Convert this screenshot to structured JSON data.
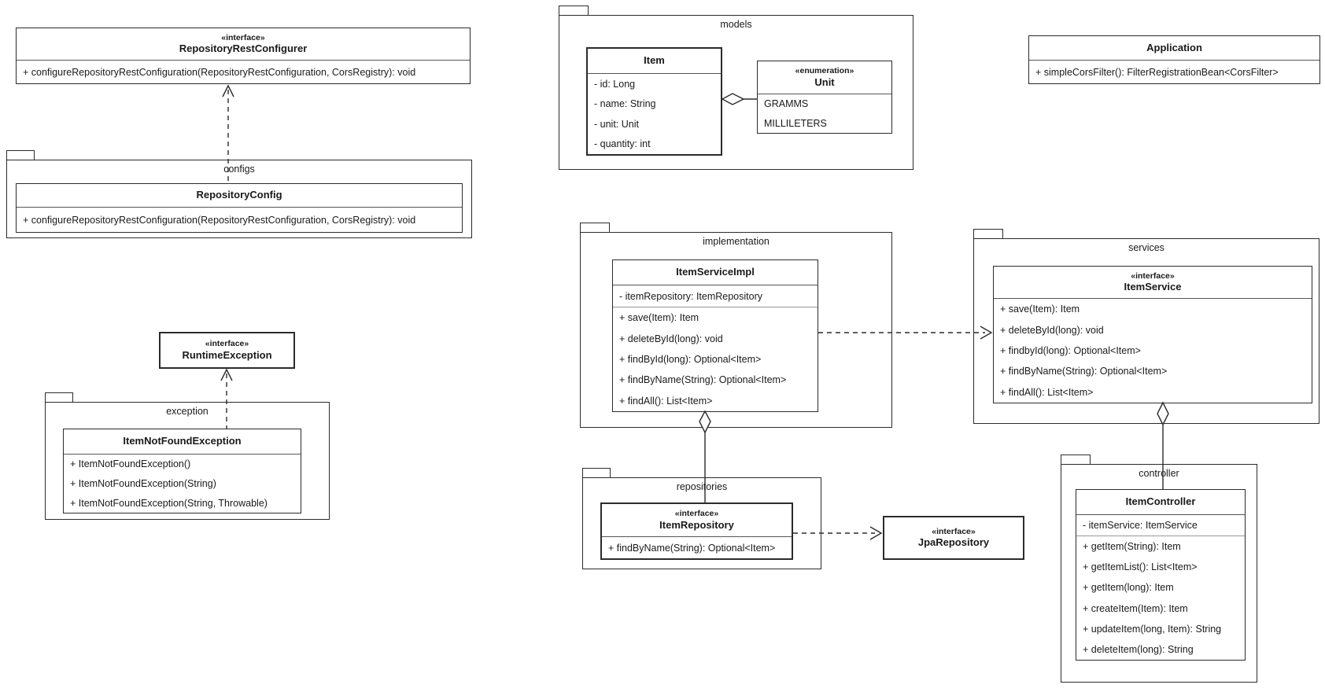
{
  "packages": {
    "configs": "configs",
    "exception": "exception",
    "models": "models",
    "implementation": "implementation",
    "services": "services",
    "repositories": "repositories",
    "controller": "controller"
  },
  "classes": {
    "repositoryRestConfigurer": {
      "stereotype": "«interface»",
      "name": "RepositoryRestConfigurer",
      "methods": [
        "+ configureRepositoryRestConfiguration(RepositoryRestConfiguration, CorsRegistry): void"
      ]
    },
    "repositoryConfig": {
      "name": "RepositoryConfig",
      "methods": [
        "+ configureRepositoryRestConfiguration(RepositoryRestConfiguration, CorsRegistry): void"
      ]
    },
    "runtimeException": {
      "stereotype": "«interface»",
      "name": "RuntimeException"
    },
    "itemNotFoundException": {
      "name": "ItemNotFoundException",
      "methods": [
        "+ ItemNotFoundException()",
        "+ ItemNotFoundException(String)",
        "+ ItemNotFoundException(String, Throwable)"
      ]
    },
    "item": {
      "name": "Item",
      "attributes": [
        "- id: Long",
        "- name: String",
        "- unit: Unit",
        "- quantity: int"
      ]
    },
    "unit": {
      "stereotype": "«enumeration»",
      "name": "Unit",
      "values": [
        "GRAMMS",
        "MILLILETERS"
      ]
    },
    "application": {
      "name": "Application",
      "methods": [
        "+ simpleCorsFilter(): FilterRegistrationBean<CorsFilter>"
      ]
    },
    "itemServiceImpl": {
      "name": "ItemServiceImpl",
      "attributes": [
        "- itemRepository: ItemRepository"
      ],
      "methods": [
        "+ save(Item): Item",
        "+ deleteById(long): void",
        "+ findById(long): Optional<Item>",
        "+ findByName(String): Optional<Item>",
        "+ findAll(): List<Item>"
      ]
    },
    "itemService": {
      "stereotype": "«interface»",
      "name": "ItemService",
      "methods": [
        "+ save(Item): Item",
        "+ deleteById(long): void",
        "+ findbyId(long): Optional<Item>",
        "+ findByName(String): Optional<Item>",
        "+ findAll(): List<Item>"
      ]
    },
    "itemRepository": {
      "stereotype": "«interface»",
      "name": "ItemRepository",
      "methods": [
        "+ findByName(String): Optional<Item>"
      ]
    },
    "jpaRepository": {
      "stereotype": "«interface»",
      "name": "JpaRepository"
    },
    "itemController": {
      "name": "ItemController",
      "attributes": [
        "- itemService: ItemService"
      ],
      "methods": [
        "+ getItem(String): Item",
        "+ getItemList(): List<Item>",
        "+ getItem(long): Item",
        "+ createItem(Item): Item",
        "+ updateItem(long, Item): String",
        "+ deleteItem(long): String"
      ]
    }
  },
  "colors": {
    "line": "#2b2b2b",
    "background": "#ffffff"
  }
}
